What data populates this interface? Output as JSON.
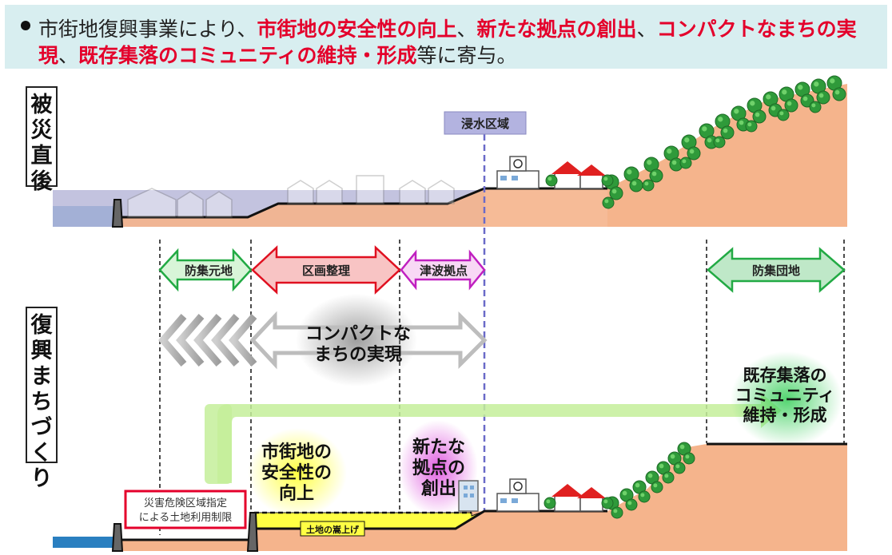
{
  "header": {
    "prefix": "市街地復興事業により、",
    "hl1": "市街地の安全性の向上",
    "sep1": "、",
    "hl2": "新たな拠点の創出",
    "sep2": "、",
    "hl3": "コンパクトなまちの実現",
    "sep3": "、",
    "hl4": "既存集落のコミュニティの維持・形成",
    "suffix": "等に寄与。"
  },
  "labels": {
    "before": "被災直後",
    "after": "復興まちづくり",
    "inundation": "浸水区域"
  },
  "zones": {
    "bousyu_moto": "防集元地",
    "kukaku": "区画整理",
    "tsunami": "津波拠点",
    "bousyu_danchi": "防集団地"
  },
  "effects": {
    "compact": [
      "コンパクトな",
      "まちの実現"
    ],
    "existing": [
      "既存集落の",
      "コミュニティ",
      "維持・形成"
    ],
    "safety": [
      "市街地の",
      "安全性の",
      "向上"
    ],
    "hub": [
      "新たな",
      "拠点の",
      "創出"
    ]
  },
  "notes": {
    "restriction": [
      "災害危険区域指定",
      "による土地利用制限"
    ],
    "raise": "土地の嵩上げ"
  },
  "colors": {
    "accent_red": "#e4002b",
    "header_bg": "#d8eef0",
    "ground": "#f5b48c",
    "flood": "#b9b8d9",
    "green_arrow": "#c4ef9a",
    "pink_arrow": "#f8c4c4"
  }
}
